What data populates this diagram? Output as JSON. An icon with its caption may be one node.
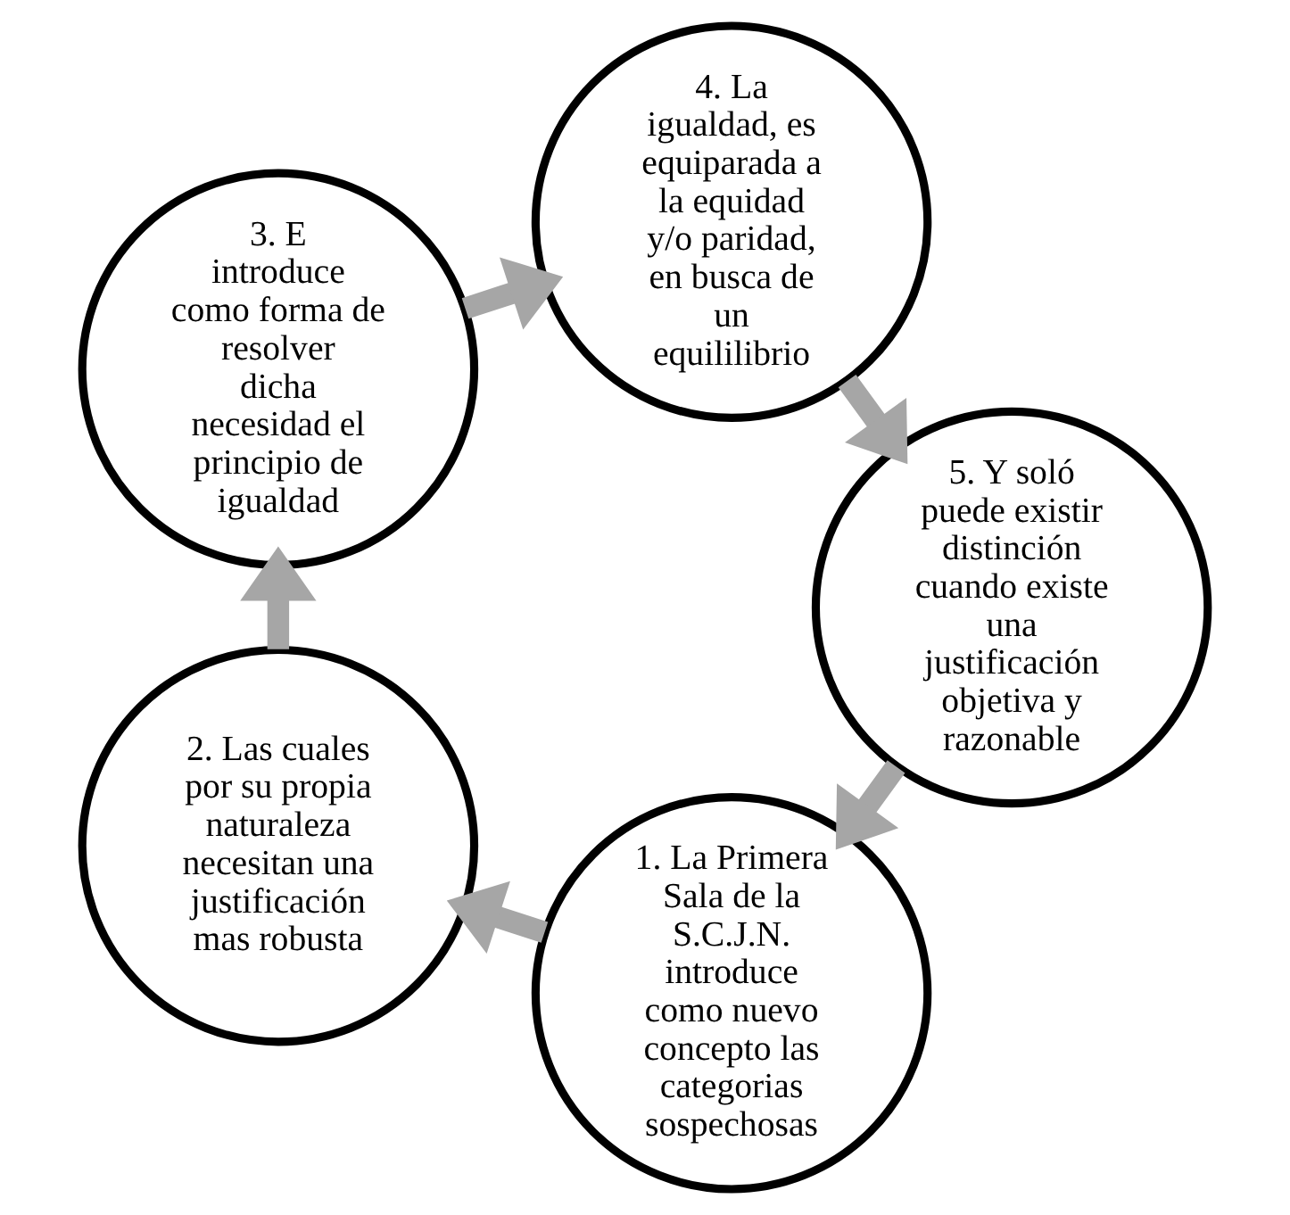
{
  "diagram": {
    "nodes": [
      {
        "text": [
          "1. La Primera Sala de la S.C.J.N. introduce como nuevo concepto las categorias sospechosas"
        ]
      },
      {
        "text": [
          "2. Las cuales por su propia naturaleza necesitan una justificación mas robusta"
        ]
      },
      {
        "text": [
          "3. E introduce como forma de resolver dicha necesidad el principio de igualdad"
        ]
      },
      {
        "text": [
          "4. La igualdad, es equiparada a la equidad y/o paridad, en busca de un equililibrio"
        ]
      },
      {
        "text": [
          "5. Y soló puede existir distinción cuando existe una justificación objetiva y razonable"
        ]
      }
    ],
    "edges": [
      {
        "from": 0,
        "to": 1,
        "arrow": "to"
      },
      {
        "from": 1,
        "to": 2,
        "arrow": "to"
      },
      {
        "from": 2,
        "to": 3,
        "arrow": "to"
      },
      {
        "from": 3,
        "to": 4,
        "arrow": "to"
      },
      {
        "from": 4,
        "to": 0,
        "arrow": "to"
      }
    ]
  }
}
